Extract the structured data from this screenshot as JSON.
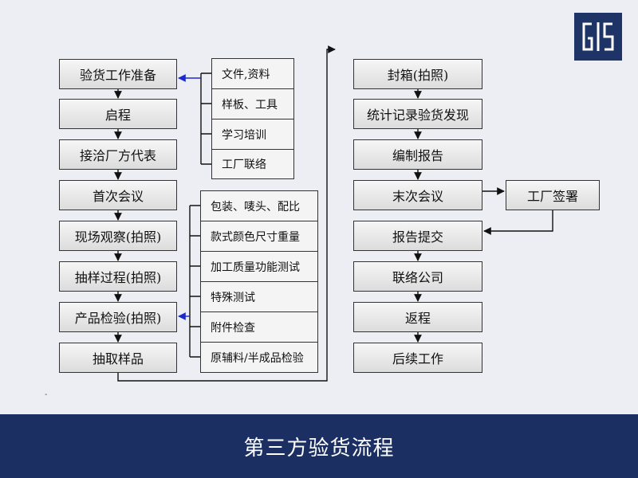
{
  "logo": {
    "text": "GIS"
  },
  "footer": {
    "title": "第三方验货流程"
  },
  "left_column": [
    "验货工作准备",
    "启程",
    "接洽厂方代表",
    "首次会议",
    "现场观察(拍照)",
    "抽样过程(拍照)",
    "产品检验(拍照)",
    "抽取样品"
  ],
  "prep_items": [
    "文件,资料",
    "样板、工具",
    "学习培训",
    "工厂联络"
  ],
  "inspection_items": [
    "包装、唛头、配比",
    "款式颜色尺寸重量",
    "加工质量功能测试",
    "特殊测试",
    "附件检查",
    "原辅料/半成品检验"
  ],
  "right_column": [
    "封箱(拍照)",
    "统计记录验货发现",
    "编制报告",
    "末次会议",
    "报告提交",
    "联络公司",
    "返程",
    "后续工作"
  ],
  "side_box": "工厂签署",
  "colors": {
    "accent_arrow": "#1a2bcc",
    "footer": "#1b2f63",
    "logo": "#1f3466"
  }
}
